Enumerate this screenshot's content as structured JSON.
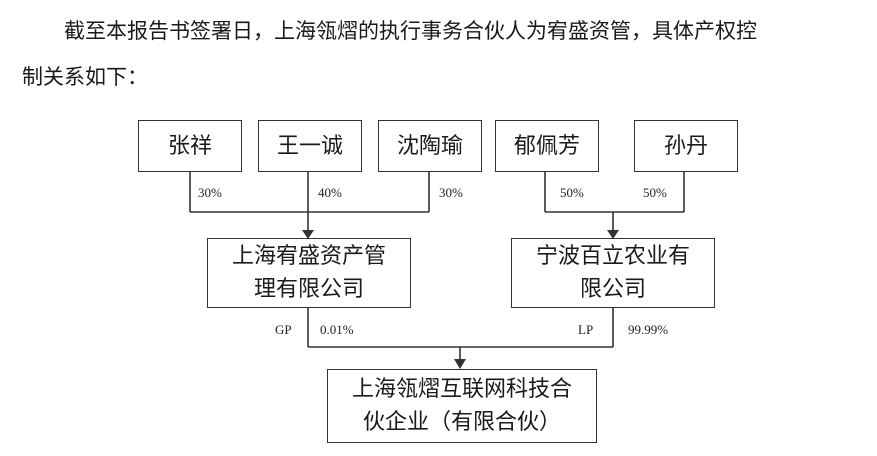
{
  "intro": {
    "line1": "截至本报告书签署日，上海瓴熠的执行事务合伙人为宥盛资管，具体产权控",
    "line2": "制关系如下："
  },
  "shareholders": [
    {
      "name": "张祥",
      "pct": "30%"
    },
    {
      "name": "王一诚",
      "pct": "40%"
    },
    {
      "name": "沈陶瑜",
      "pct": "30%"
    },
    {
      "name": "郁佩芳",
      "pct": "50%"
    },
    {
      "name": "孙丹",
      "pct": "50%"
    }
  ],
  "partners": [
    {
      "name_line1": "上海宥盛资产管",
      "name_line2": "理有限公司",
      "role": "GP",
      "share": "0.01%"
    },
    {
      "name_line1": "宁波百立农业有",
      "name_line2": "限公司",
      "role": "LP",
      "share": "99.99%"
    }
  ],
  "target": {
    "name_line1": "上海瓴熠互联网科技合",
    "name_line2": "伙企业（有限合伙）"
  }
}
